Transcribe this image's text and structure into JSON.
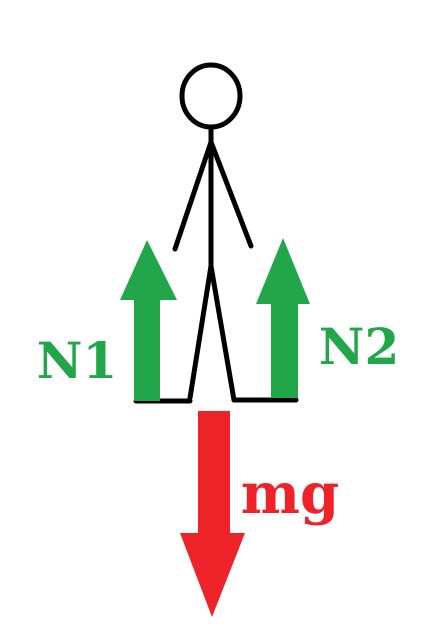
{
  "colors": {
    "background": "#ffffff",
    "figure": "#000000",
    "normal_force": "#22a64a",
    "weight": "#ee2229"
  },
  "forces": {
    "normal_left": {
      "label": "N1",
      "direction": "up"
    },
    "normal_right": {
      "label": "N2",
      "direction": "up"
    },
    "weight": {
      "label": "mg",
      "direction": "down"
    }
  }
}
